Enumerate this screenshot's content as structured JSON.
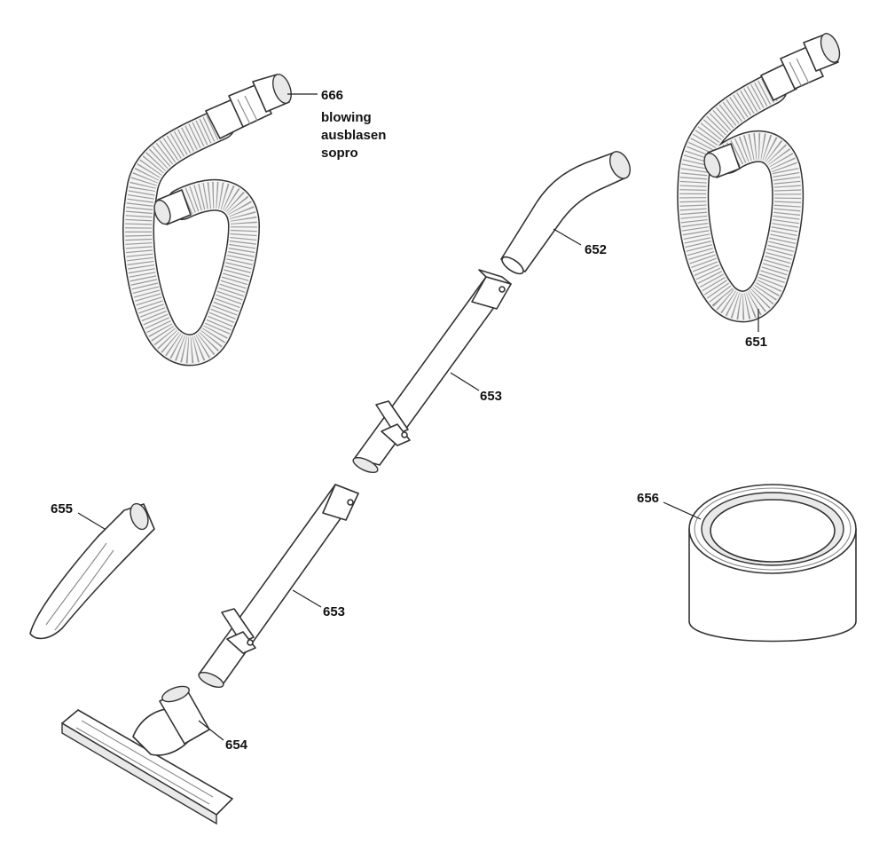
{
  "parts": {
    "p666": {
      "number": "666",
      "desc_en": "blowing",
      "desc_de": "ausblasen",
      "desc_pt": "sopro"
    },
    "p651": {
      "number": "651"
    },
    "p652": {
      "number": "652"
    },
    "p653a": {
      "number": "653"
    },
    "p653b": {
      "number": "653"
    },
    "p654": {
      "number": "654"
    },
    "p655": {
      "number": "655"
    },
    "p656": {
      "number": "656"
    }
  }
}
